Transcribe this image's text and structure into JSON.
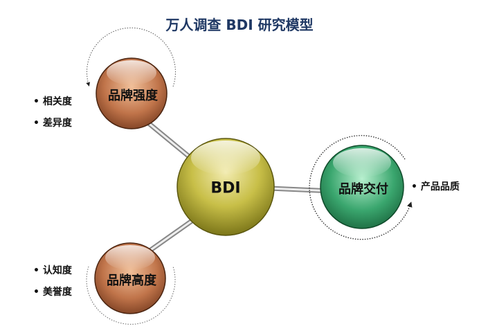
{
  "title": "万人调查 BDI  研究模型",
  "center": {
    "label": "BDI"
  },
  "nodes": [
    {
      "label": "品牌强度",
      "bullets": [
        "相关度",
        "差异度"
      ],
      "color": "#c0744a"
    },
    {
      "label": "品牌高度",
      "bullets": [
        "认知度",
        "美誉度"
      ],
      "color": "#c0744a"
    },
    {
      "label": "品牌交付",
      "bullets": [
        "产品品质"
      ],
      "color": "#3aa66e"
    }
  ],
  "bullet_mark": "•"
}
